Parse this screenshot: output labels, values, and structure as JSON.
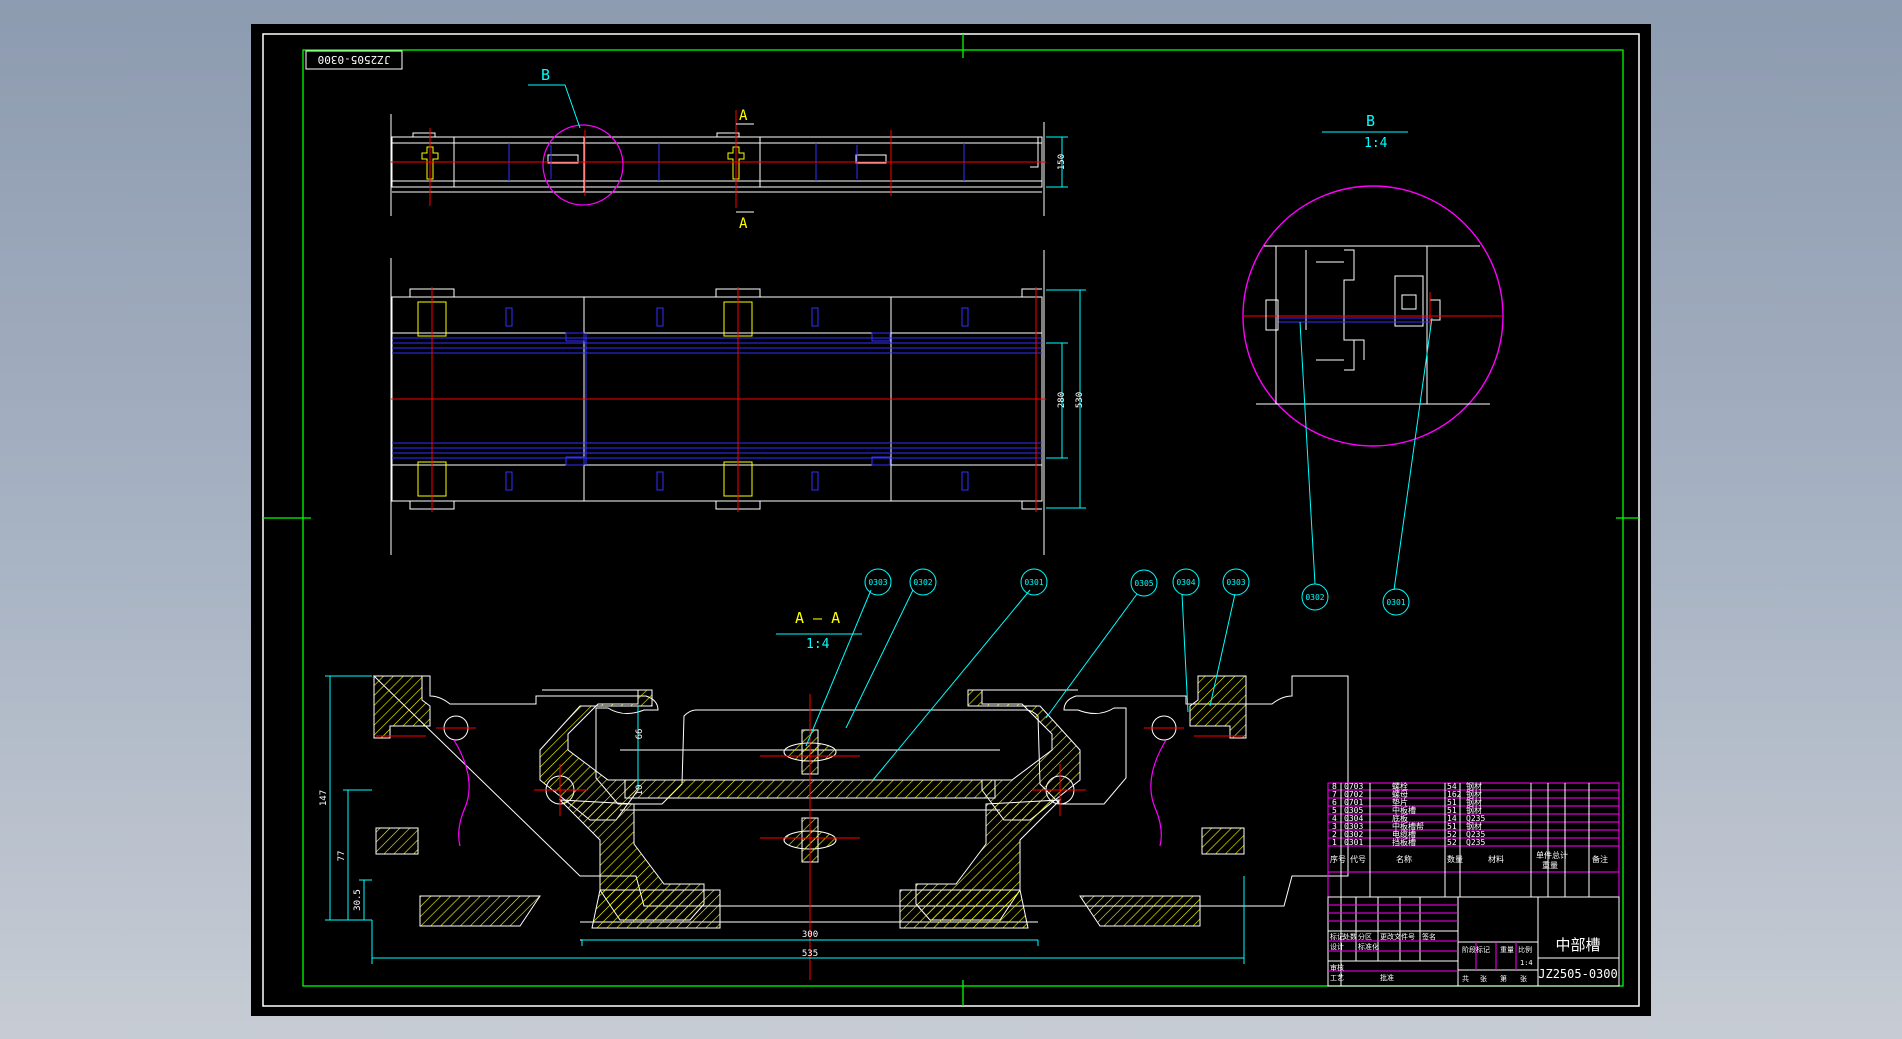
{
  "sheet": {
    "drawing_number": "JZ2505-0300",
    "drawing_number_rotated": "JZ2505-0300",
    "drawing_name": "中部槽"
  },
  "views": {
    "section_b_label": "B",
    "section_a_top": "A",
    "section_a_bottom": "A",
    "detail_b_title": "B",
    "detail_b_scale": "1:4",
    "section_aa_title": "A — A",
    "section_aa_scale": "1:4"
  },
  "dimensions": {
    "plan_height": "150",
    "elev_inner": "280",
    "elev_outer": "530",
    "sec_147": "147",
    "sec_77": "77",
    "sec_30": "30.5",
    "sec_66": "66",
    "sec_10": "10",
    "sec_300": "300",
    "sec_535": "535"
  },
  "balloons": [
    {
      "id": "0303"
    },
    {
      "id": "0302"
    },
    {
      "id": "0301"
    },
    {
      "id": "0305"
    },
    {
      "id": "0304"
    },
    {
      "id": "0303"
    },
    {
      "id": "0302"
    },
    {
      "id": "0301"
    }
  ],
  "bom": {
    "rows": [
      {
        "seq": "8",
        "code": "0703",
        "name": "螺栓",
        "qty": "54",
        "material": "钢材"
      },
      {
        "seq": "7",
        "code": "0702",
        "name": "螺母",
        "qty": "162",
        "material": "钢材"
      },
      {
        "seq": "6",
        "code": "0701",
        "name": "垫片",
        "qty": "51",
        "material": "钢材"
      },
      {
        "seq": "5",
        "code": "0305",
        "name": "中板槽",
        "qty": "51",
        "material": "钢材"
      },
      {
        "seq": "4",
        "code": "0304",
        "name": "底板",
        "qty": "14",
        "material": "Q235"
      },
      {
        "seq": "3",
        "code": "0303",
        "name": "中板槽帮",
        "qty": "51",
        "material": "钢材"
      },
      {
        "seq": "2",
        "code": "0302",
        "name": "电缆槽",
        "qty": "52",
        "material": "Q235"
      },
      {
        "seq": "1",
        "code": "0301",
        "name": "挡板槽",
        "qty": "52",
        "material": "Q235"
      }
    ],
    "header": {
      "seq": "序号",
      "code": "代号",
      "name": "名称",
      "qty": "数量",
      "material": "材料",
      "weight": "单件总计",
      "weight_sub": "重量",
      "remark": "备注"
    }
  },
  "title_block": {
    "row1": [
      "标记",
      "处数",
      "分区",
      "更改文件号",
      "签名"
    ],
    "row2": [
      "设计",
      "标准化",
      "阶段标记",
      "重量",
      "比例"
    ],
    "scale": "1:4",
    "row3": [
      "审核",
      "工艺",
      "批准"
    ],
    "sheet_labels": [
      "共",
      "张",
      "第",
      "张"
    ]
  },
  "colors": {
    "background": "#000000",
    "frame": "#ffffff",
    "border": "#00ff00",
    "outline": "#ffffff",
    "hidden": "#0000ff",
    "centerline": "#ff0000",
    "hatch": "#ffff00",
    "dimension": "#00ffff",
    "detail_circle": "#ff00ff",
    "labels": "#ffff00"
  }
}
